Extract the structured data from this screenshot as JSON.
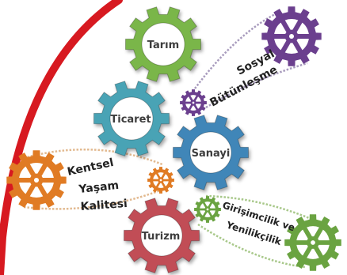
{
  "diagram": {
    "gears": [
      {
        "label": "Tarım",
        "color": "#7ab648"
      },
      {
        "label": "Ticaret",
        "color": "#4aa3b5"
      },
      {
        "label": "Sanayi",
        "color": "#3f86b8"
      },
      {
        "label": "Turizm",
        "color": "#c14d57"
      }
    ],
    "chain_labels": [
      {
        "text": "Sosyal",
        "color": "#6b3f8e"
      },
      {
        "text": "Bütünleşme",
        "color": "#6b3f8e"
      },
      {
        "text": "Kentsel",
        "color": "#e07b24"
      },
      {
        "text": "Yaşam",
        "color": "#e07b24"
      },
      {
        "text": "Kalitesi",
        "color": "#e07b24"
      },
      {
        "text": "Girişimcilik ve",
        "color": "#6aa341"
      },
      {
        "text": "Yenilikçilik",
        "color": "#6aa341"
      }
    ],
    "accent_arc_color": "#d71920"
  }
}
